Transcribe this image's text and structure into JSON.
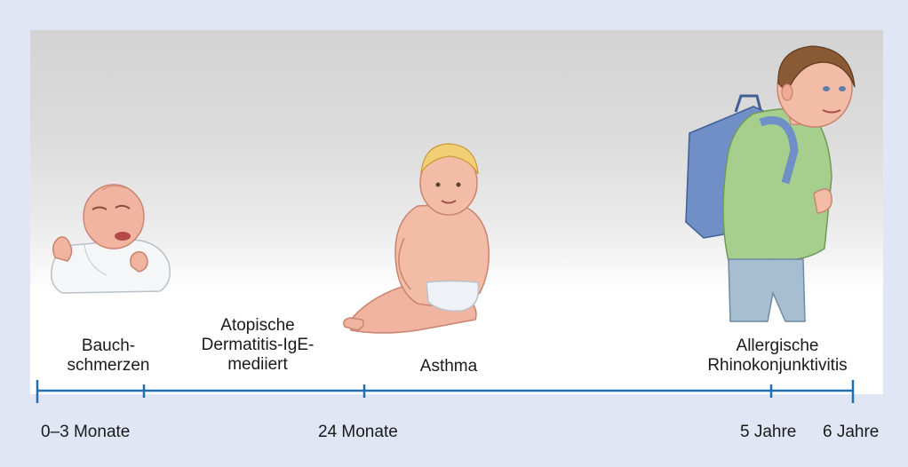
{
  "events": [
    {
      "lines": [
        "Bauch-",
        "schmerzen"
      ]
    },
    {
      "lines": [
        "Atopische",
        "Dermatitis-IgE-",
        "mediiert"
      ]
    },
    {
      "lines": [
        "Asthma"
      ]
    },
    {
      "lines": [
        "Allergische",
        "Rhinokonjunktivitis"
      ]
    }
  ],
  "ticks": [
    "0–3 Monate",
    "24 Monate",
    "5 Jahre",
    "6 Jahre"
  ],
  "colors": {
    "background": "#e0e6f4",
    "axis": "#1f6fb2",
    "skin": "#f2b8a0",
    "shirt": "#a6cf8e",
    "backpack": "#6f8fc6",
    "pants": "#a7bed0",
    "hair": "#8a5a35"
  },
  "illustrations": [
    "crying-infant",
    "sitting-toddler",
    "boy-with-backpack"
  ]
}
